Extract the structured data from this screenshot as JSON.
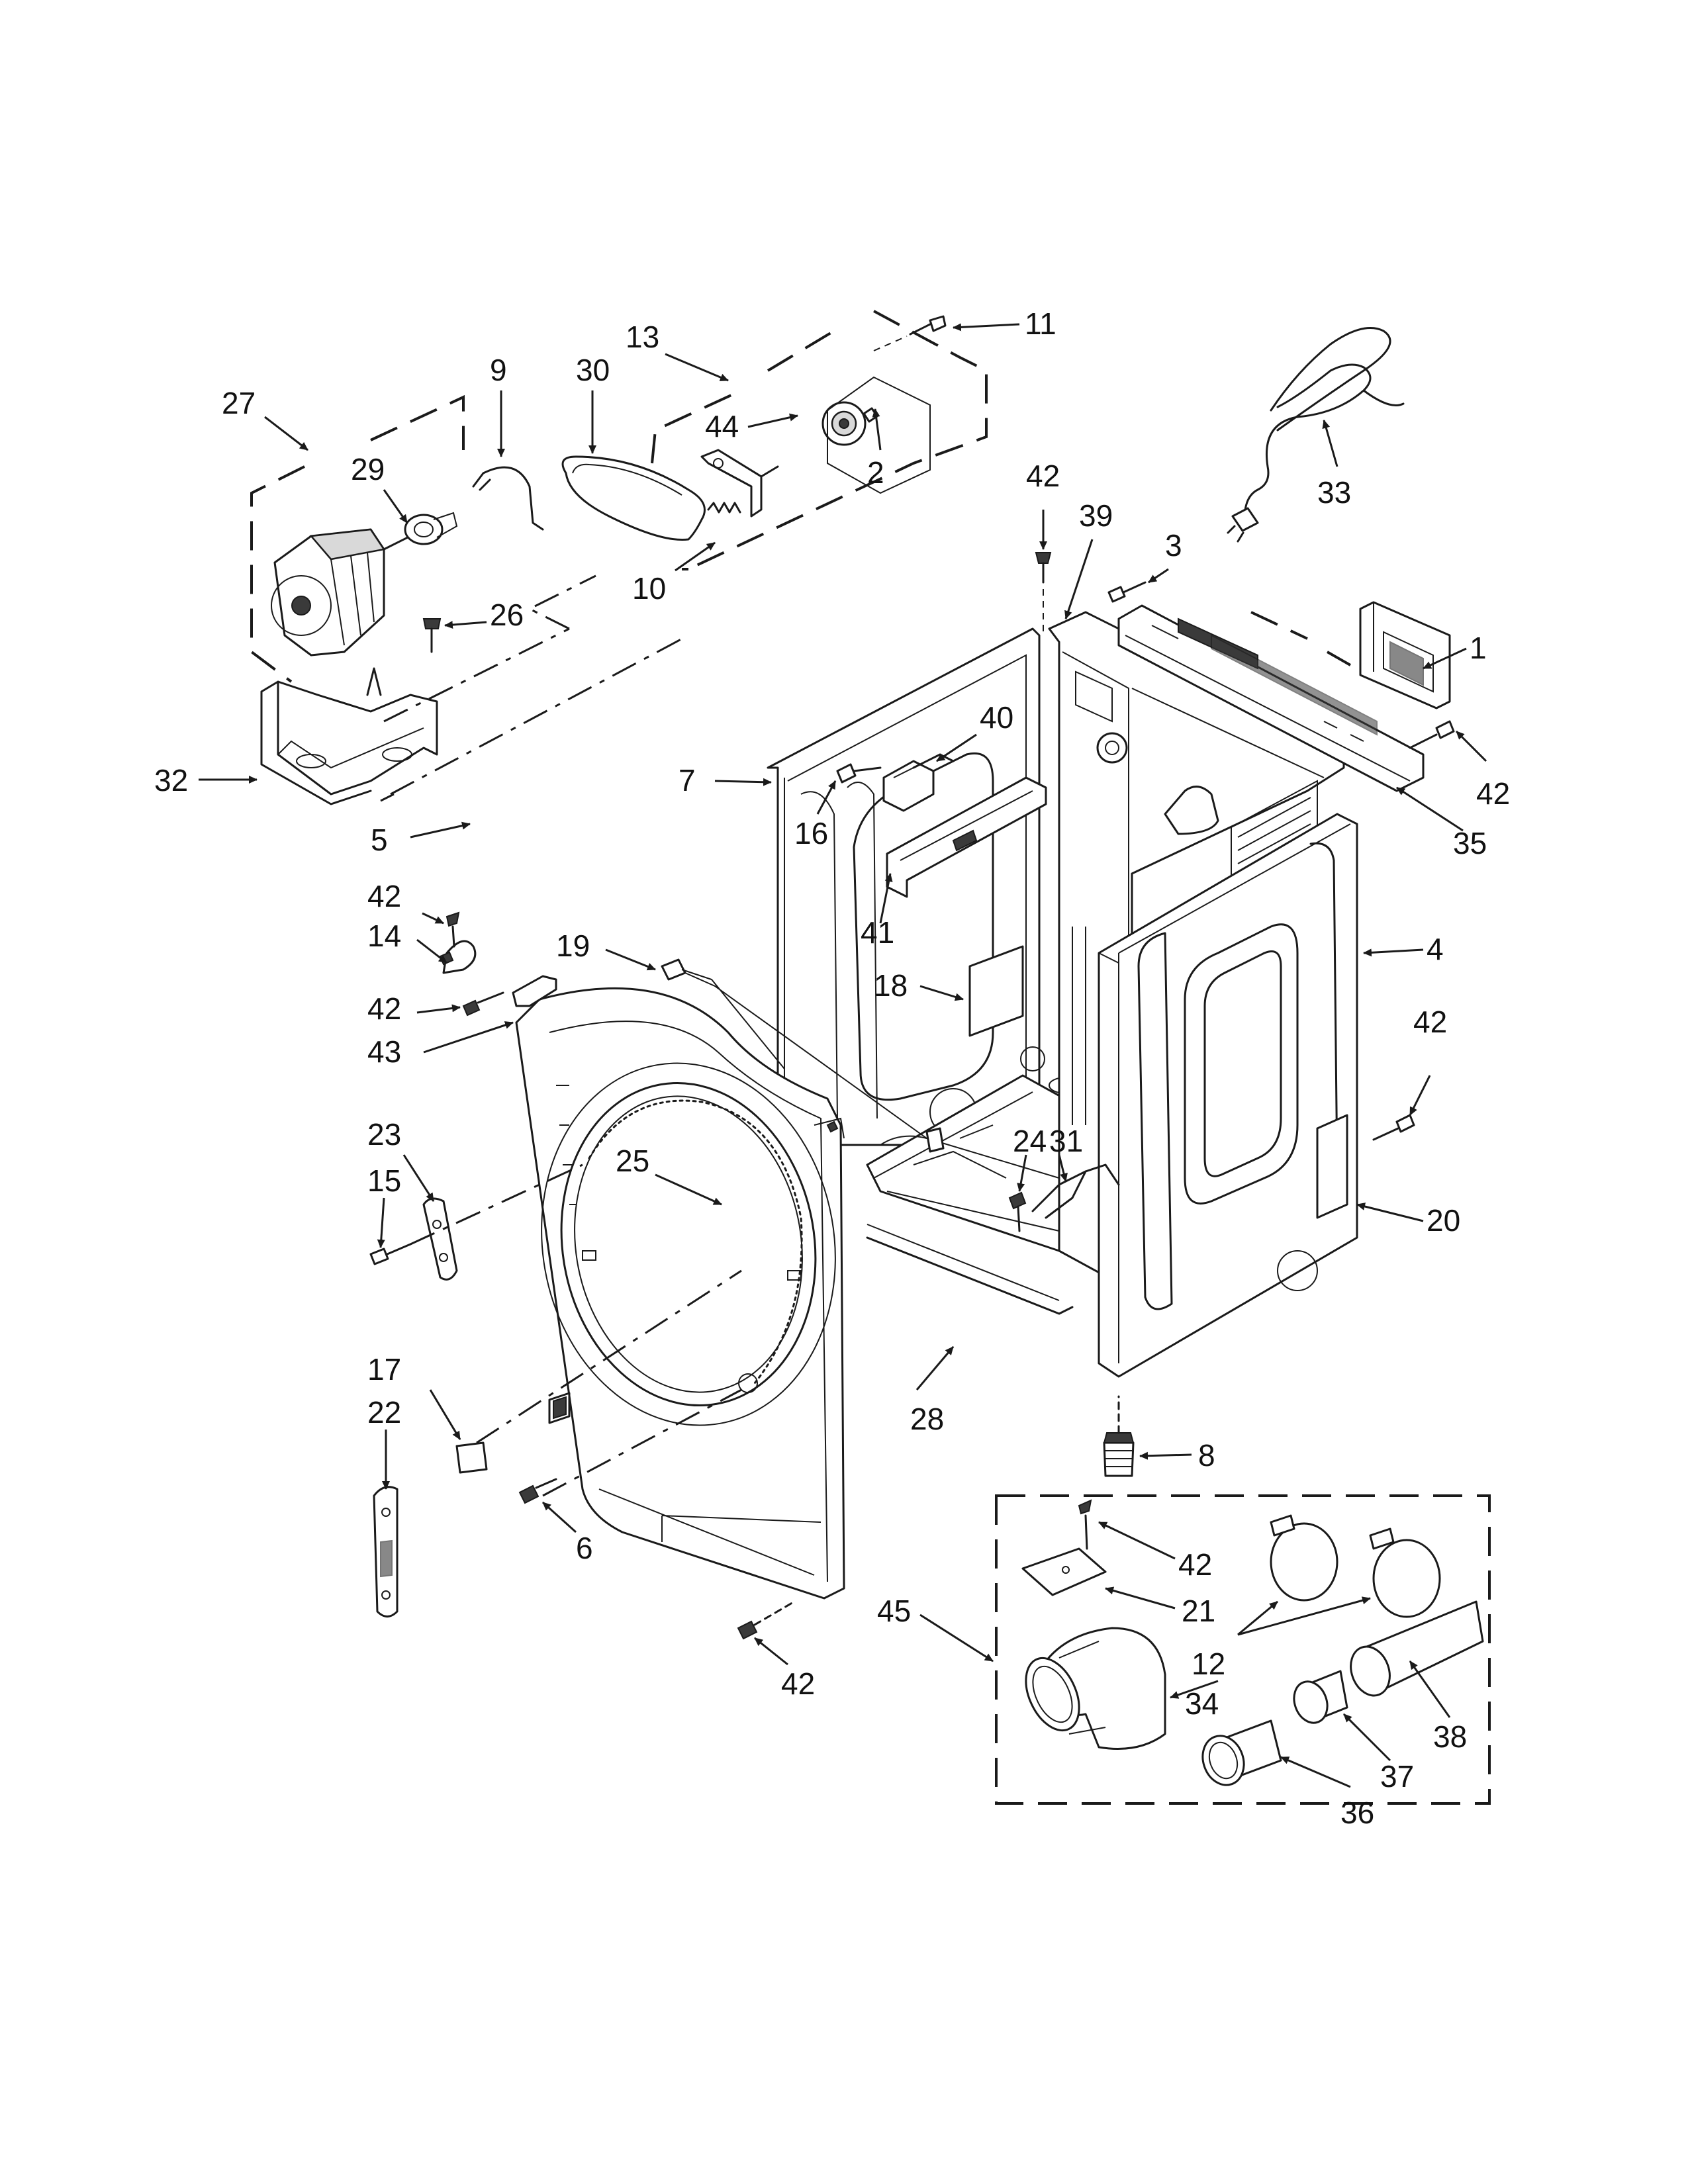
{
  "labels": {
    "l1": "1",
    "l2": "2",
    "l3": "3",
    "l4": "4",
    "l5": "5",
    "l6": "6",
    "l7": "7",
    "l8": "8",
    "l9": "9",
    "l10": "10",
    "l11": "11",
    "l12": "12",
    "l13": "13",
    "l14": "14",
    "l15": "15",
    "l16": "16",
    "l17": "17",
    "l18": "18",
    "l19": "19",
    "l20": "20",
    "l21": "21",
    "l22": "22",
    "l23": "23",
    "l24": "24",
    "l25": "25",
    "l26": "26",
    "l27": "27",
    "l28": "28",
    "l29": "29",
    "l30": "30",
    "l31": "31",
    "l32": "32",
    "l33": "33",
    "l34": "34",
    "l35": "35",
    "l36": "36",
    "l37": "37",
    "l38": "38",
    "l39": "39",
    "l40": "40",
    "l41": "41",
    "l42a": "42",
    "l42b": "42",
    "l42c": "42",
    "l42d": "42",
    "l42e": "42",
    "l42f": "42",
    "l42g": "42",
    "l43": "43",
    "l44": "44",
    "l45": "45"
  }
}
